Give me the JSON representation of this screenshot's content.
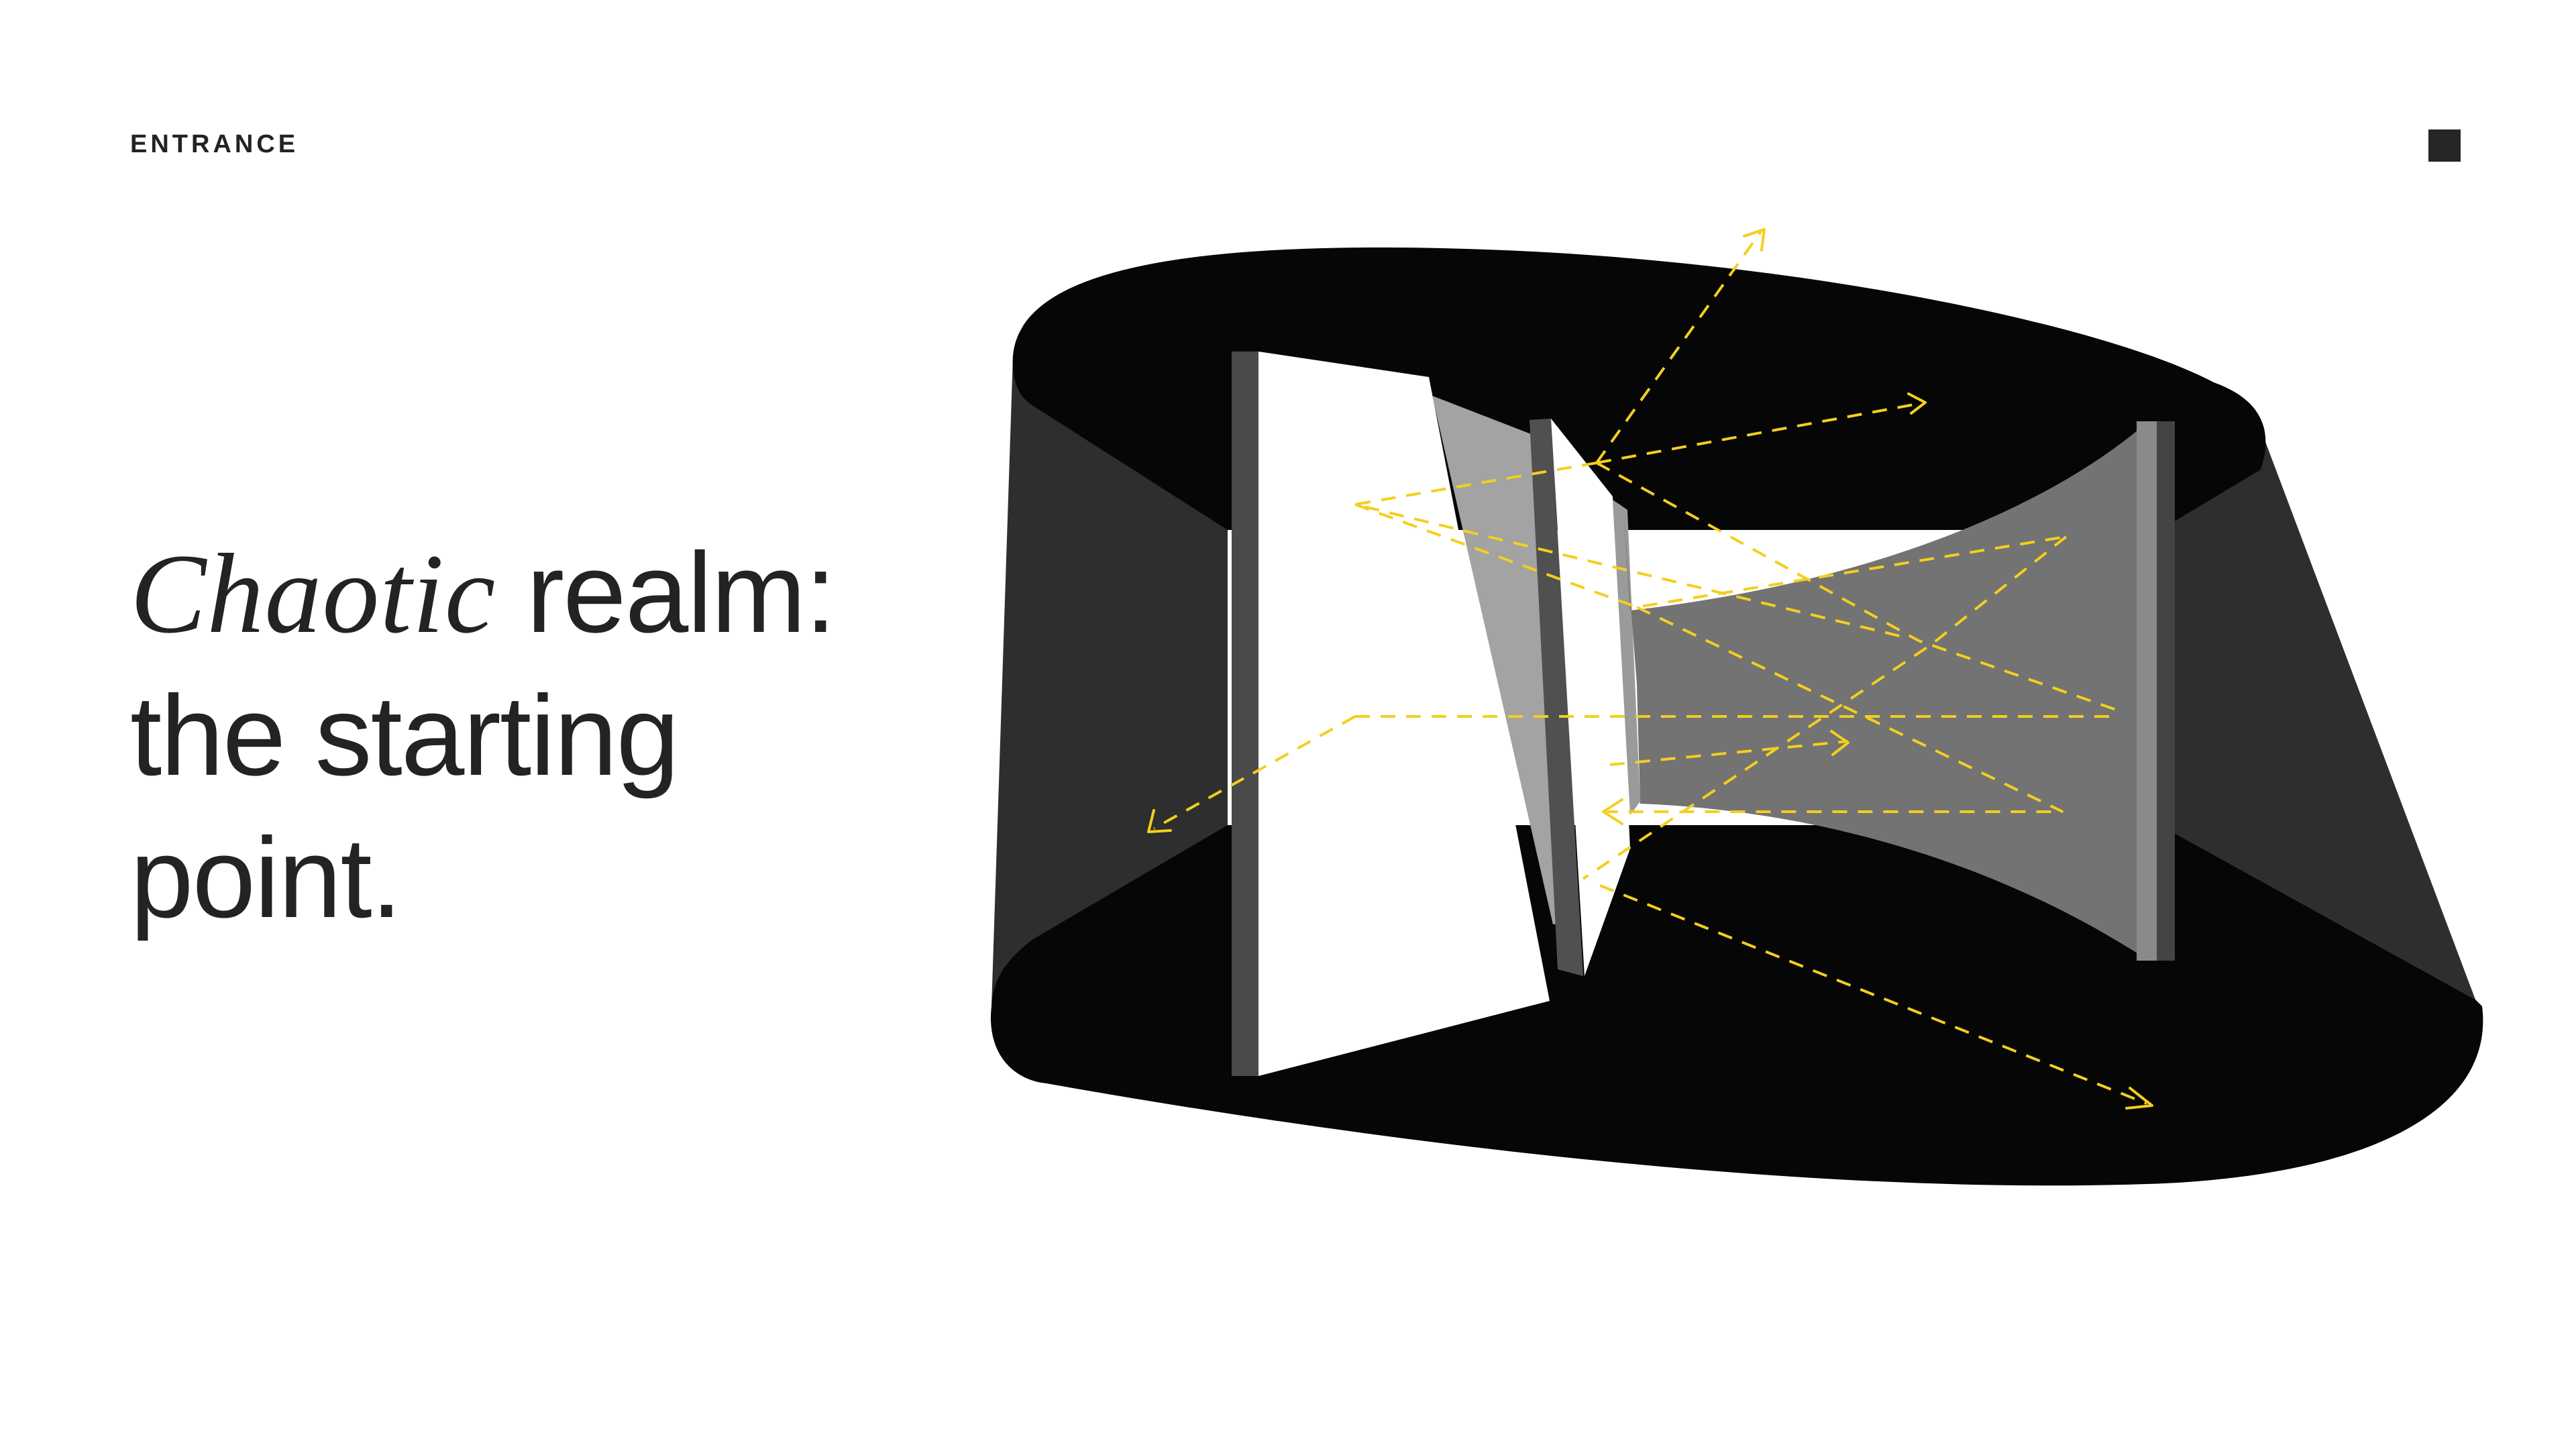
{
  "section": {
    "label": "ENTRANCE"
  },
  "headline": {
    "emphasis": "Chaotic",
    "line1_rest": " realm:",
    "line2": "the starting",
    "line3": "point."
  },
  "colors": {
    "background": "#ffffff",
    "text": "#232323",
    "ring_dark": "#060606",
    "ring_side": "#2e2e2e",
    "ray": "#f3cf1e"
  },
  "icons": {
    "corner": "square-marker-icon"
  }
}
